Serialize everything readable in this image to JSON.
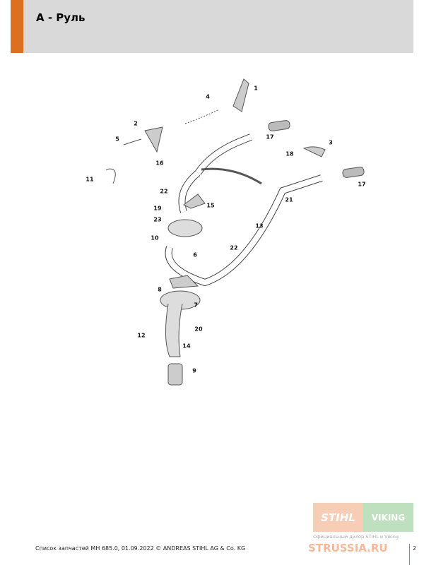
{
  "header": {
    "title": "A - Руль"
  },
  "diagram": {
    "part_labels": [
      "1",
      "4",
      "2",
      "5",
      "16",
      "11",
      "17",
      "3",
      "18",
      "17",
      "22",
      "21",
      "19",
      "15",
      "23",
      "13",
      "10",
      "22",
      "6",
      "8",
      "7",
      "20",
      "12",
      "14",
      "9"
    ]
  },
  "footer": {
    "text": "Список запчастей MH 685.0, 01.09.2022 © ANDREAS STIHL AG & Co. KG",
    "page": "2"
  },
  "logo": {
    "stihl": "STIHL",
    "viking": "VIKING",
    "dealer": "Официальный дилер STIHL и Viking",
    "site": "STRUSSIA.RU"
  },
  "colors": {
    "accent": "#dd7020",
    "header_bg": "#d9d9d9"
  }
}
